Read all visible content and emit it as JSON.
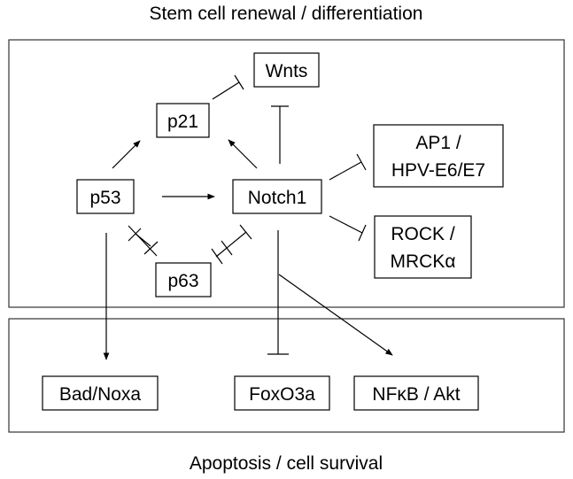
{
  "titles": {
    "top": "Stem cell renewal / differentiation",
    "bottom": "Apoptosis / cell survival"
  },
  "nodes": {
    "wnts": "Wnts",
    "p21": "p21",
    "ap1_line1": "AP1 /",
    "ap1_line2": "HPV-E6/E7",
    "p53": "p53",
    "notch1": "Notch1",
    "rock_line1": "ROCK /",
    "rock_line2": "MRCKα",
    "p63": "p63",
    "badnoxa": "Bad/Noxa",
    "foxo3a": "FoxO3a",
    "nfkb": "NFκB / Akt"
  },
  "edges": [
    {
      "from": "p53",
      "to": "p21",
      "type": "activation"
    },
    {
      "from": "p53",
      "to": "Notch1",
      "type": "activation"
    },
    {
      "from": "p53",
      "to": "Bad/Noxa",
      "type": "activation"
    },
    {
      "from": "p53",
      "to": "p63",
      "type": "mutual-inhibition"
    },
    {
      "from": "Notch1",
      "to": "p21",
      "type": "activation"
    },
    {
      "from": "Notch1",
      "to": "Wnts",
      "type": "inhibition"
    },
    {
      "from": "p21",
      "to": "Wnts",
      "type": "inhibition"
    },
    {
      "from": "Notch1",
      "to": "AP1 / HPV-E6/E7",
      "type": "inhibition"
    },
    {
      "from": "Notch1",
      "to": "ROCK / MRCKα",
      "type": "inhibition"
    },
    {
      "from": "Notch1",
      "to": "p63",
      "type": "mutual-inhibition"
    },
    {
      "from": "Notch1",
      "to": "FoxO3a",
      "type": "inhibition"
    },
    {
      "from": "Notch1",
      "to": "NFκB / Akt",
      "type": "activation"
    }
  ],
  "colors": {
    "line": "#000000",
    "region_border": "#333333",
    "background": "#ffffff"
  }
}
